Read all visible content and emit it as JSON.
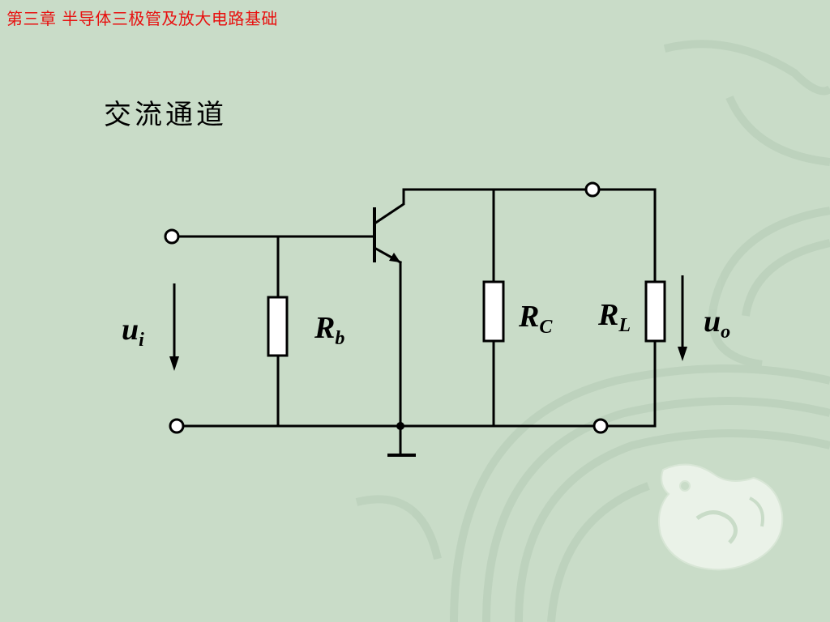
{
  "header": {
    "chapter_title": "第三章  半导体三极管及放大电路基础"
  },
  "slide": {
    "section_title": "交流通道"
  },
  "circuit": {
    "labels": {
      "ui": {
        "main": "u",
        "sub": "i"
      },
      "rb": {
        "main": "R",
        "sub": "b"
      },
      "rc": {
        "main": "R",
        "sub": "C"
      },
      "rl": {
        "main": "R",
        "sub": "L"
      },
      "uo": {
        "main": "u",
        "sub": "o"
      }
    }
  },
  "colors": {
    "background": "#c9dcc8",
    "title_red": "#e8100f",
    "wire": "#000000",
    "resistor_fill": "#ffffff"
  }
}
